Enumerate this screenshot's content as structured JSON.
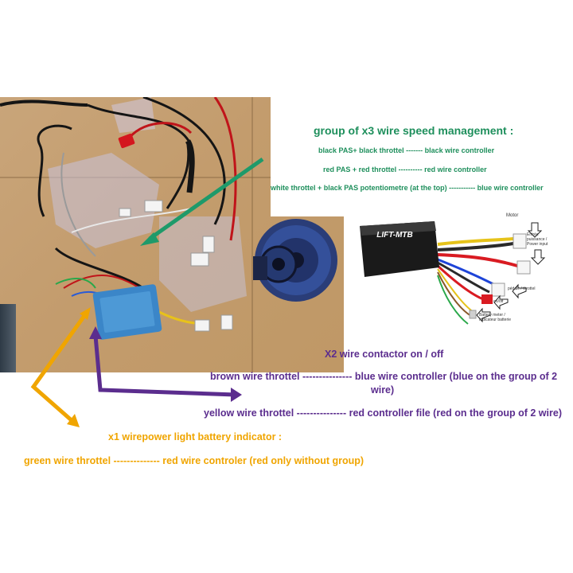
{
  "wire_group_heading": "group of x3 wire speed management :",
  "wire_group_lines": [
    "black PAS+ black throttel ------- black wire controller",
    "red PAS + red throttel ---------- red wire controller",
    "white throttel + black PAS potentiometre (at the top) ----------- blue wire controller"
  ],
  "contactor_heading": "X2 wire contactor on / off",
  "contactor_lines": [
    "brown wire throttel --------------- blue wire controller (blue on the group of 2",
    "wire)",
    "yellow wire throttel --------------- red controller file (red on the group of 2 wire)"
  ],
  "battery_heading": "x1 wirepower light battery indicator :",
  "battery_line": "green wire throttel -------------- red wire controler (red only without group)",
  "controller_logo": "LIFT-MTB",
  "controller_labels": {
    "motor": "Motor",
    "power_input": "Entrée puissance / Power input",
    "throttle": "pédale / throttel",
    "on_off": "on/off",
    "battery_meter": "Battery meter / Indicateur batterie"
  },
  "colors": {
    "green": "#1e8f5c",
    "purple": "#5b2d8e",
    "orange": "#f0a500",
    "cardboard": "#c49d6e",
    "motor_blue": "#2f4c8a"
  }
}
